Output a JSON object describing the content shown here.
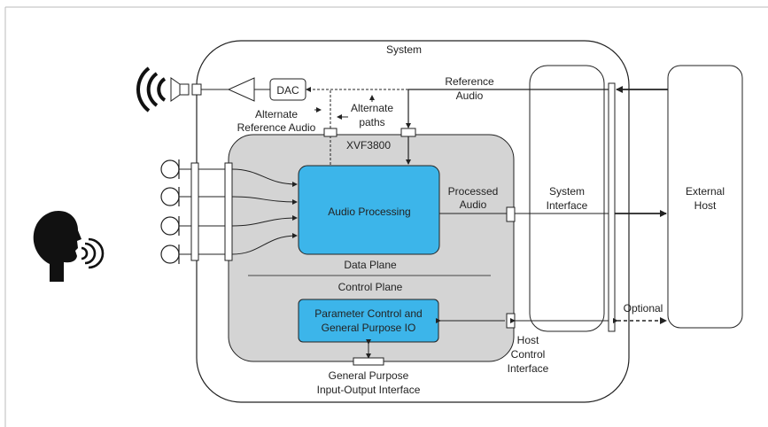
{
  "labels": {
    "system": "System",
    "dac": "DAC",
    "alternate_reference_audio_line1": "Alternate",
    "alternate_reference_audio_line2": "Reference Audio",
    "alternate_paths_line1": "Alternate",
    "alternate_paths_line2": "paths",
    "reference_audio_line1": "Reference",
    "reference_audio_line2": "Audio",
    "xvf3800": "XVF3800",
    "audio_processing": "Audio Processing",
    "processed_audio_line1": "Processed",
    "processed_audio_line2": "Audio",
    "system_interface_line1": "System",
    "system_interface_line2": "Interface",
    "external_host_line1": "External",
    "external_host_line2": "Host",
    "data_plane": "Data Plane",
    "control_plane": "Control Plane",
    "param_control_line1": "Parameter Control and",
    "param_control_line2": "General Purpose IO",
    "optional": "Optional",
    "host_control_interface_line1": "Host",
    "host_control_interface_line2": "Control",
    "host_control_interface_line3": "Interface",
    "gpio_interface_line1": "General Purpose",
    "gpio_interface_line2": "Input-Output Interface"
  },
  "colors": {
    "processing_blue": "#3cb5ea",
    "plane_gray": "#d4d4d4",
    "stroke": "#222222"
  },
  "icons": {
    "speaker": "speaker-icon",
    "microphones": "microphone-icon",
    "talker": "speaking-person-icon"
  }
}
